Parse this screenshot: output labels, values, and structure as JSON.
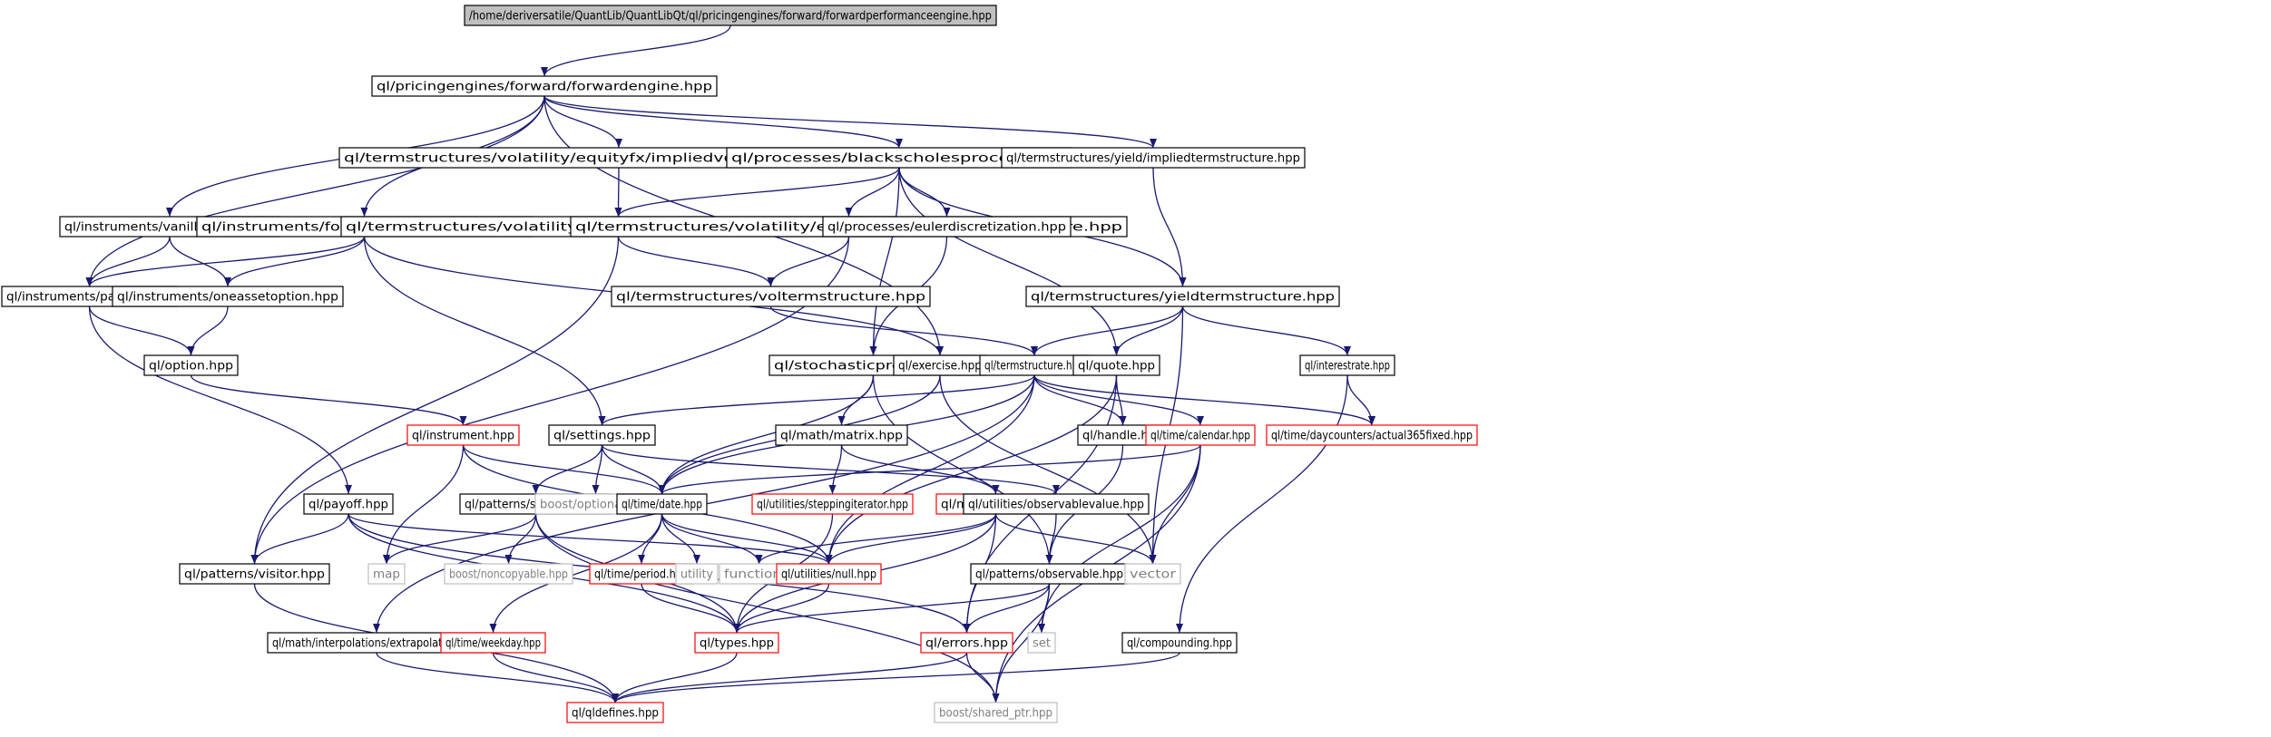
{
  "diagram": {
    "colors": {
      "edge": "#191970",
      "box_normal": "#000000",
      "box_truncated": "#ff0000",
      "box_external": "#bfbfbf",
      "fill_root": "#bfbfbf",
      "fill_default": "#ffffff",
      "text_normal": "#000000",
      "text_external": "#7f7f7f"
    },
    "nodes": [
      {
        "id": "root",
        "label": "/home/deriversatile/QuantLib/QuantLibQt/ql/pricingengines/forward/forwardperformanceengine.hpp",
        "kind": "root"
      },
      {
        "id": "forwardengine",
        "label": "ql/pricingengines/forward/forwardengine.hpp",
        "kind": "normal"
      },
      {
        "id": "impliedvol",
        "label": "ql/termstructures/volatility/equityfx/impliedvoltermstructure.hpp",
        "kind": "normal"
      },
      {
        "id": "bsprocess",
        "label": "ql/processes/blackscholesprocess.hpp",
        "kind": "normal"
      },
      {
        "id": "impliedts",
        "label": "ql/termstructures/yield/impliedtermstructure.hpp",
        "kind": "normal"
      },
      {
        "id": "vanillaoption",
        "label": "ql/instruments/vanillaoption.hpp",
        "kind": "normal"
      },
      {
        "id": "fwdvanilla",
        "label": "ql/instruments/forwardvanillaoption.hpp",
        "kind": "normal"
      },
      {
        "id": "blackvol",
        "label": "ql/termstructures/volatility/equityfx/blackvoltermstructure.hpp",
        "kind": "normal"
      },
      {
        "id": "localvol",
        "label": "ql/termstructures/volatility/equityfx/localvoltermstructure.hpp",
        "kind": "normal"
      },
      {
        "id": "euler",
        "label": "ql/processes/eulerdiscretization.hpp",
        "kind": "normal"
      },
      {
        "id": "yieldts",
        "label": "ql/termstructures/yieldtermstructure.hpp",
        "kind": "normal"
      },
      {
        "id": "payoffs",
        "label": "ql/instruments/payoffs.hpp",
        "kind": "normal"
      },
      {
        "id": "oneasset",
        "label": "ql/instruments/oneassetoption.hpp",
        "kind": "normal"
      },
      {
        "id": "volts",
        "label": "ql/termstructures/voltermstructure.hpp",
        "kind": "normal"
      },
      {
        "id": "option",
        "label": "ql/option.hpp",
        "kind": "normal"
      },
      {
        "id": "stochastic",
        "label": "ql/stochasticprocess.hpp",
        "kind": "normal"
      },
      {
        "id": "exercise",
        "label": "ql/exercise.hpp",
        "kind": "normal"
      },
      {
        "id": "termstructure",
        "label": "ql/termstructure.hpp",
        "kind": "normal"
      },
      {
        "id": "quote",
        "label": "ql/quote.hpp",
        "kind": "normal"
      },
      {
        "id": "interestrate",
        "label": "ql/interestrate.hpp",
        "kind": "normal"
      },
      {
        "id": "instrument",
        "label": "ql/instrument.hpp",
        "kind": "truncated"
      },
      {
        "id": "settings",
        "label": "ql/settings.hpp",
        "kind": "normal"
      },
      {
        "id": "matrix",
        "label": "ql/math/matrix.hpp",
        "kind": "normal"
      },
      {
        "id": "handle",
        "label": "ql/handle.hpp",
        "kind": "normal"
      },
      {
        "id": "calendar",
        "label": "ql/time/calendar.hpp",
        "kind": "truncated"
      },
      {
        "id": "actual365",
        "label": "ql/time/daycounters/actual365fixed.hpp",
        "kind": "truncated"
      },
      {
        "id": "payoff",
        "label": "ql/payoff.hpp",
        "kind": "normal"
      },
      {
        "id": "singleton",
        "label": "ql/patterns/singleton.hpp",
        "kind": "normal"
      },
      {
        "id": "optional",
        "label": "boost/optional.hpp",
        "kind": "external"
      },
      {
        "id": "date",
        "label": "ql/time/date.hpp",
        "kind": "normal"
      },
      {
        "id": "steppingiter",
        "label": "ql/utilities/steppingiterator.hpp",
        "kind": "truncated"
      },
      {
        "id": "array",
        "label": "ql/math/array.hpp",
        "kind": "truncated"
      },
      {
        "id": "observablevalue",
        "label": "ql/utilities/observablevalue.hpp",
        "kind": "normal"
      },
      {
        "id": "visitor",
        "label": "ql/patterns/visitor.hpp",
        "kind": "normal"
      },
      {
        "id": "map",
        "label": "map",
        "kind": "external"
      },
      {
        "id": "noncopyable",
        "label": "boost/noncopyable.hpp",
        "kind": "external"
      },
      {
        "id": "period",
        "label": "ql/time/period.hpp",
        "kind": "truncated"
      },
      {
        "id": "utility",
        "label": "utility",
        "kind": "external"
      },
      {
        "id": "functional",
        "label": "functional",
        "kind": "external"
      },
      {
        "id": "null",
        "label": "ql/utilities/null.hpp",
        "kind": "truncated"
      },
      {
        "id": "observable",
        "label": "ql/patterns/observable.hpp",
        "kind": "normal"
      },
      {
        "id": "vector",
        "label": "vector",
        "kind": "external"
      },
      {
        "id": "extrapolation",
        "label": "ql/math/interpolations/extrapolation.hpp",
        "kind": "normal"
      },
      {
        "id": "weekday",
        "label": "ql/time/weekday.hpp",
        "kind": "truncated"
      },
      {
        "id": "types",
        "label": "ql/types.hpp",
        "kind": "truncated"
      },
      {
        "id": "errors",
        "label": "ql/errors.hpp",
        "kind": "truncated"
      },
      {
        "id": "set",
        "label": "set",
        "kind": "external"
      },
      {
        "id": "compounding",
        "label": "ql/compounding.hpp",
        "kind": "normal"
      },
      {
        "id": "qldefines",
        "label": "ql/qldefines.hpp",
        "kind": "truncated"
      },
      {
        "id": "sharedptr",
        "label": "boost/shared_ptr.hpp",
        "kind": "external"
      }
    ],
    "edges": [
      [
        "root",
        "forwardengine"
      ],
      [
        "forwardengine",
        "impliedvol"
      ],
      [
        "forwardengine",
        "bsprocess"
      ],
      [
        "forwardengine",
        "impliedts"
      ],
      [
        "forwardengine",
        "vanillaoption"
      ],
      [
        "forwardengine",
        "fwdvanilla"
      ],
      [
        "forwardengine",
        "payoffs"
      ],
      [
        "forwardengine",
        "exercise"
      ],
      [
        "impliedvol",
        "blackvol"
      ],
      [
        "bsprocess",
        "blackvol"
      ],
      [
        "bsprocess",
        "localvol"
      ],
      [
        "bsprocess",
        "euler"
      ],
      [
        "bsprocess",
        "yieldts"
      ],
      [
        "bsprocess",
        "stochastic"
      ],
      [
        "bsprocess",
        "quote"
      ],
      [
        "impliedts",
        "yieldts"
      ],
      [
        "vanillaoption",
        "payoffs"
      ],
      [
        "vanillaoption",
        "oneasset"
      ],
      [
        "fwdvanilla",
        "payoffs"
      ],
      [
        "fwdvanilla",
        "oneasset"
      ],
      [
        "fwdvanilla",
        "exercise"
      ],
      [
        "fwdvanilla",
        "settings"
      ],
      [
        "blackvol",
        "volts"
      ],
      [
        "blackvol",
        "visitor"
      ],
      [
        "localvol",
        "volts"
      ],
      [
        "localvol",
        "visitor"
      ],
      [
        "euler",
        "stochastic"
      ],
      [
        "yieldts",
        "termstructure"
      ],
      [
        "yieldts",
        "quote"
      ],
      [
        "yieldts",
        "interestrate"
      ],
      [
        "yieldts",
        "vector"
      ],
      [
        "payoffs",
        "option"
      ],
      [
        "payoffs",
        "payoff"
      ],
      [
        "oneasset",
        "option"
      ],
      [
        "volts",
        "termstructure"
      ],
      [
        "option",
        "instrument"
      ],
      [
        "stochastic",
        "matrix"
      ],
      [
        "stochastic",
        "date"
      ],
      [
        "stochastic",
        "observable"
      ],
      [
        "exercise",
        "date"
      ],
      [
        "exercise",
        "vector"
      ],
      [
        "termstructure",
        "date"
      ],
      [
        "termstructure",
        "calendar"
      ],
      [
        "termstructure",
        "settings"
      ],
      [
        "termstructure",
        "handle"
      ],
      [
        "termstructure",
        "actual365"
      ],
      [
        "termstructure",
        "null"
      ],
      [
        "termstructure",
        "extrapolation"
      ],
      [
        "quote",
        "handle"
      ],
      [
        "quote",
        "null"
      ],
      [
        "quote",
        "errors"
      ],
      [
        "interestrate",
        "actual365"
      ],
      [
        "interestrate",
        "compounding"
      ],
      [
        "instrument",
        "date"
      ],
      [
        "instrument",
        "map"
      ],
      [
        "instrument",
        "null"
      ],
      [
        "settings",
        "singleton"
      ],
      [
        "settings",
        "optional"
      ],
      [
        "settings",
        "date"
      ],
      [
        "settings",
        "observablevalue"
      ],
      [
        "matrix",
        "steppingiter"
      ],
      [
        "matrix",
        "array"
      ],
      [
        "handle",
        "observable"
      ],
      [
        "calendar",
        "date"
      ],
      [
        "calendar",
        "vector"
      ],
      [
        "calendar",
        "set"
      ],
      [
        "calendar",
        "sharedptr"
      ],
      [
        "payoff",
        "visitor"
      ],
      [
        "payoff",
        "null"
      ],
      [
        "payoff",
        "types"
      ],
      [
        "payoff",
        "errors"
      ],
      [
        "singleton",
        "map"
      ],
      [
        "singleton",
        "noncopyable"
      ],
      [
        "singleton",
        "types"
      ],
      [
        "singleton",
        "sharedptr"
      ],
      [
        "date",
        "period"
      ],
      [
        "date",
        "utility"
      ],
      [
        "date",
        "functional"
      ],
      [
        "date",
        "null"
      ],
      [
        "date",
        "weekday"
      ],
      [
        "steppingiter",
        "types"
      ],
      [
        "array",
        "functional"
      ],
      [
        "array",
        "null"
      ],
      [
        "array",
        "types"
      ],
      [
        "array",
        "errors"
      ],
      [
        "array",
        "vector"
      ],
      [
        "observablevalue",
        "observable"
      ],
      [
        "visitor",
        "qldefines"
      ],
      [
        "period",
        "types"
      ],
      [
        "null",
        "types"
      ],
      [
        "observable",
        "types"
      ],
      [
        "observable",
        "errors"
      ],
      [
        "observable",
        "set"
      ],
      [
        "observable",
        "sharedptr"
      ],
      [
        "extrapolation",
        "qldefines"
      ],
      [
        "weekday",
        "qldefines"
      ],
      [
        "types",
        "qldefines"
      ],
      [
        "errors",
        "qldefines"
      ],
      [
        "errors",
        "sharedptr"
      ],
      [
        "compounding",
        "qldefines"
      ]
    ]
  }
}
